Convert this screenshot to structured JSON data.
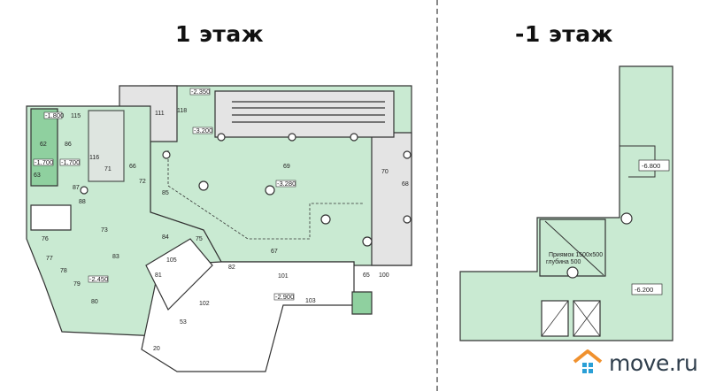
{
  "floors": [
    {
      "title": "1 этаж",
      "rooms": [
        "115",
        "62",
        "86",
        "63",
        "116",
        "111",
        "118",
        "71",
        "66",
        "72",
        "85",
        "87",
        "88",
        "69",
        "70",
        "68",
        "73",
        "84",
        "75",
        "76",
        "77",
        "78",
        "79",
        "80",
        "83",
        "81",
        "105",
        "82",
        "67",
        "101",
        "102",
        "53",
        "103",
        "65",
        "100",
        "20"
      ],
      "levels": [
        "-1.800",
        "-1.700",
        "-1.700",
        "-2.350",
        "-3.200",
        "-3.280",
        "-2.900",
        "-2.450"
      ]
    },
    {
      "title": "-1 этаж",
      "levels": [
        "-6.800",
        "-6.200"
      ],
      "notes": [
        "Приямок 1500х500",
        "глубина 500"
      ]
    }
  ],
  "brand": {
    "name": "move.ru",
    "colors": {
      "roof": "#f0912e",
      "windows": "#2a9fd6",
      "text": "#2f3e4c"
    }
  },
  "colors": {
    "plan_green": "#c9ead2",
    "plan_green_dark": "#8fd09f",
    "plan_gray": "#e4e4e4",
    "wall": "#333333"
  }
}
